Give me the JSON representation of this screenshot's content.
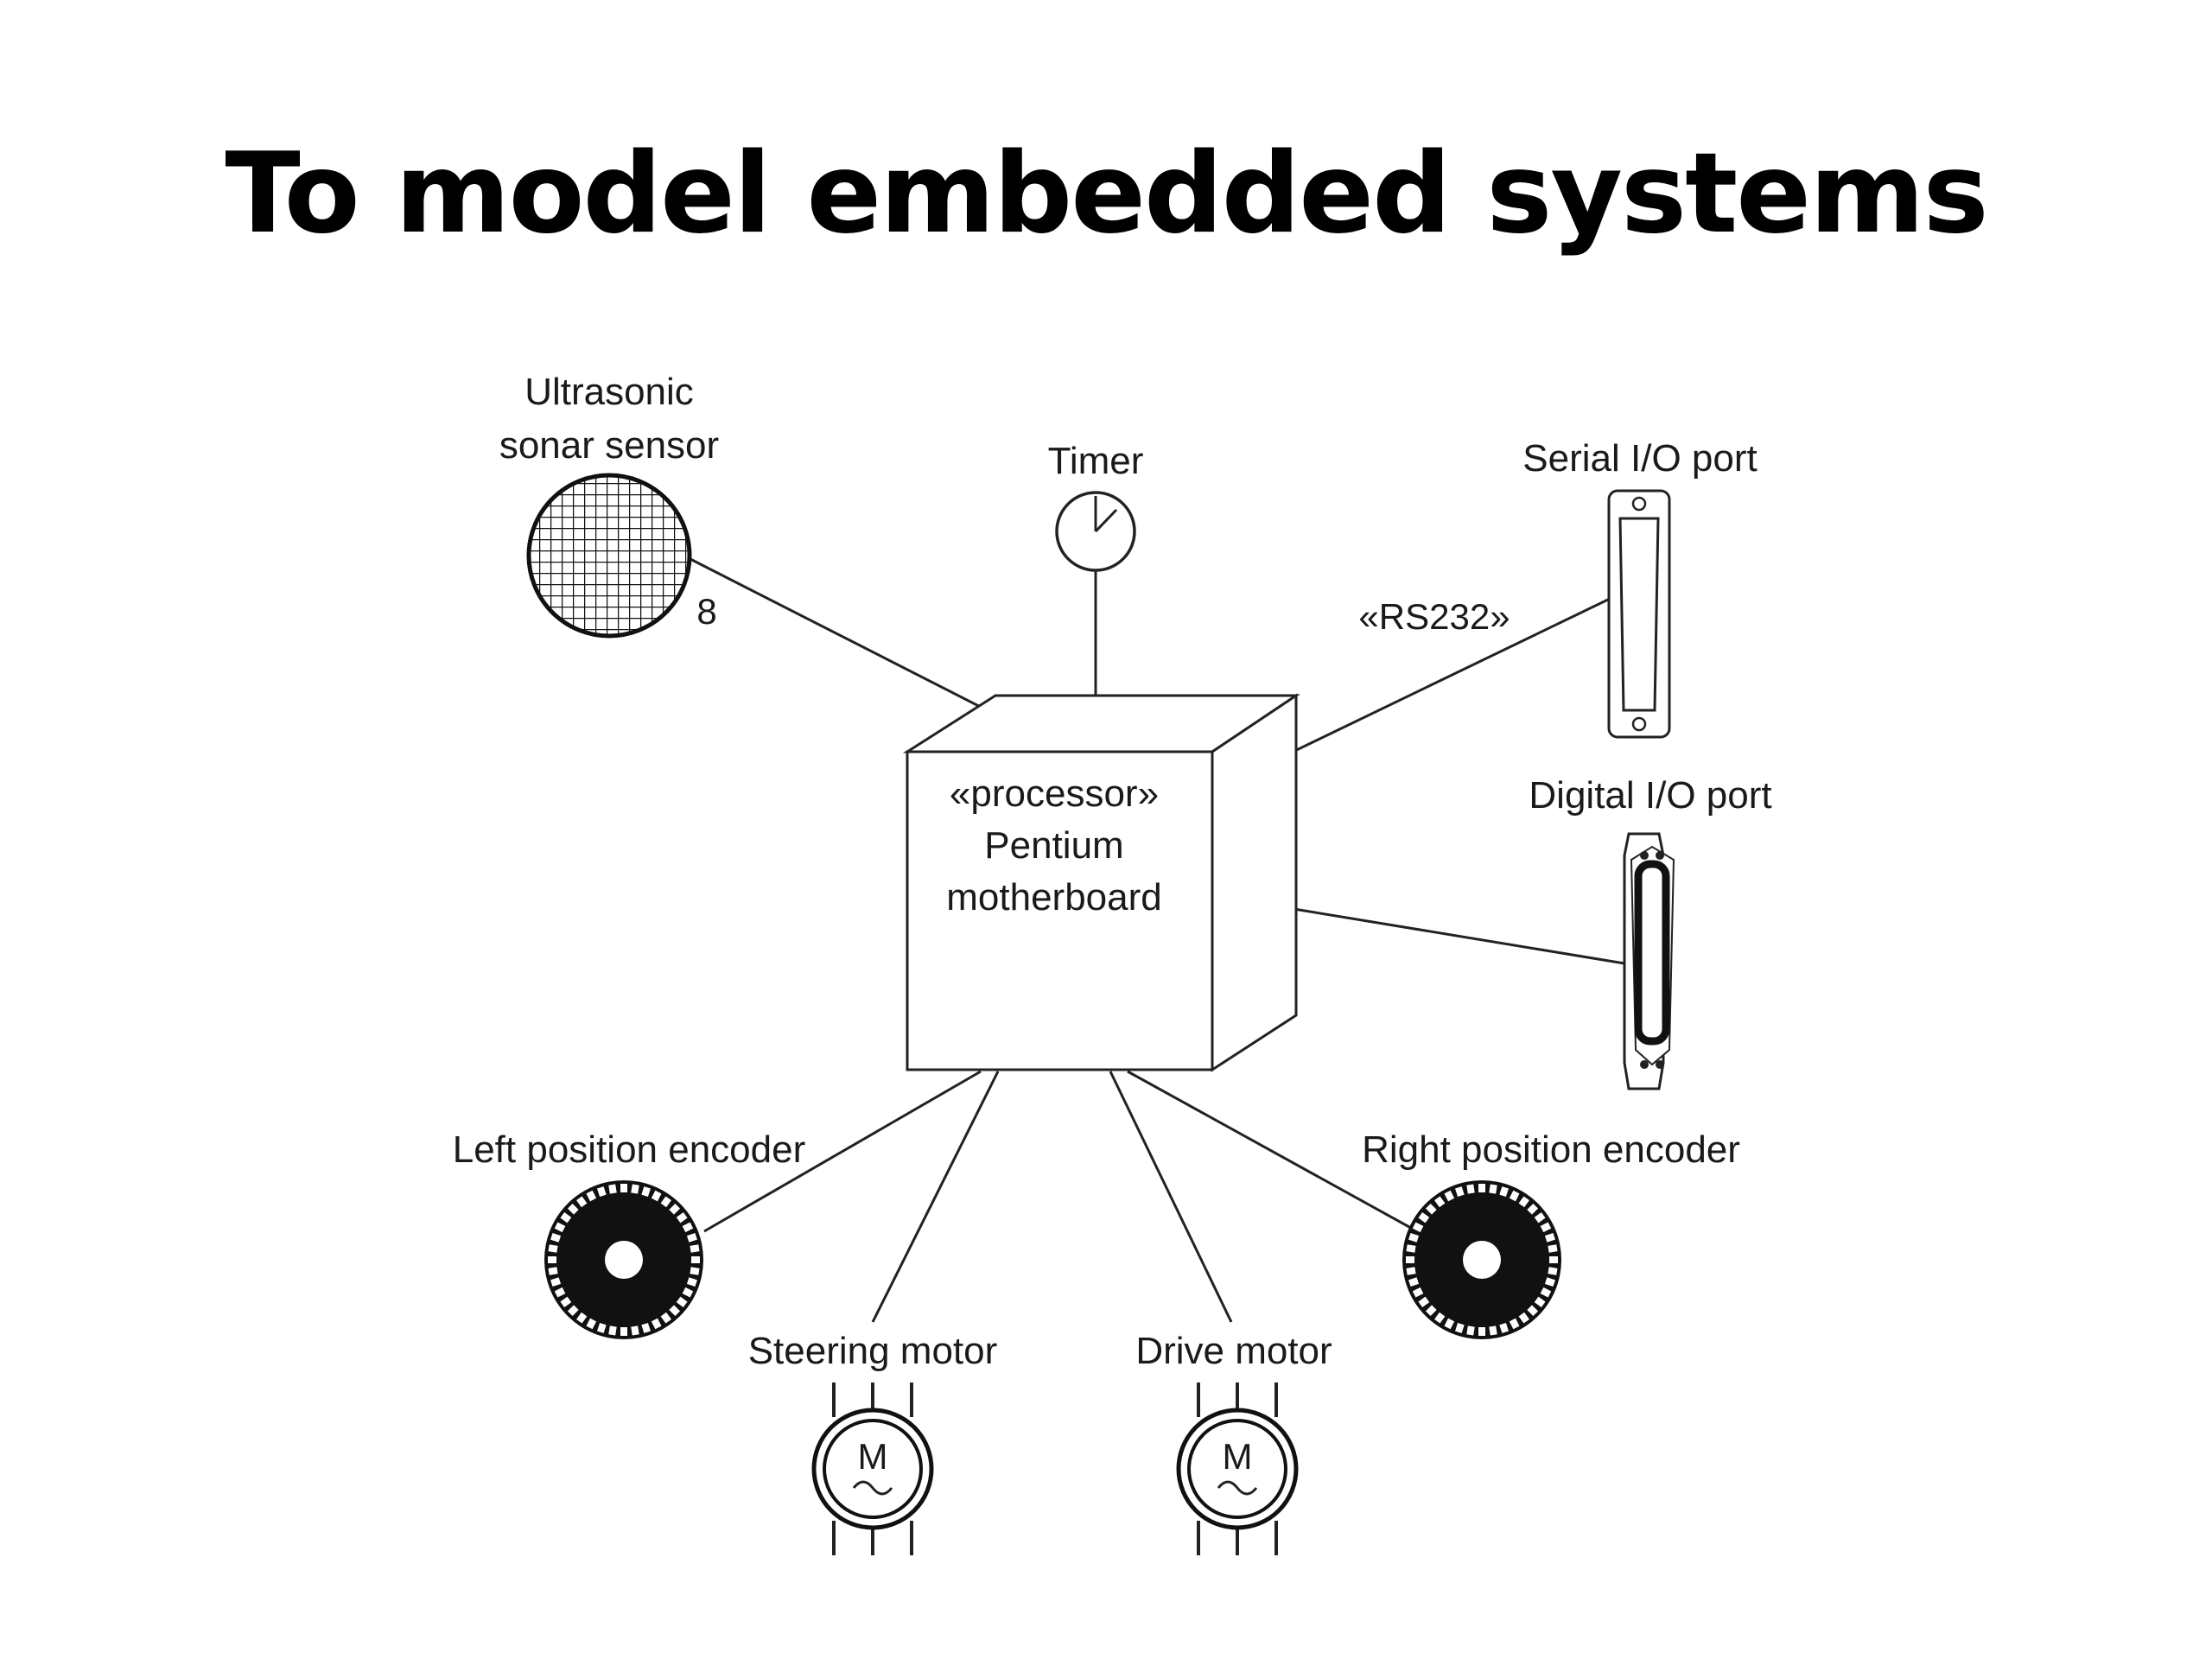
{
  "title": "To model embedded systems",
  "nodes": {
    "processor": {
      "stereotype": "«processor»",
      "line1": "Pentium",
      "line2": "motherboard"
    },
    "sonar": {
      "line1": "Ultrasonic",
      "line2": "sonar sensor",
      "multiplicity": "8"
    },
    "timer": {
      "label": "Timer"
    },
    "serial_port": {
      "label": "Serial I/O port",
      "connector_stereotype": "«RS232»"
    },
    "digital_port": {
      "label": "Digital I/O port"
    },
    "left_encoder": {
      "label": "Left position encoder"
    },
    "right_encoder": {
      "label": "Right position encoder"
    },
    "steering_motor": {
      "label": "Steering motor",
      "symbol": "M"
    },
    "drive_motor": {
      "label": "Drive motor",
      "symbol": "M"
    }
  }
}
